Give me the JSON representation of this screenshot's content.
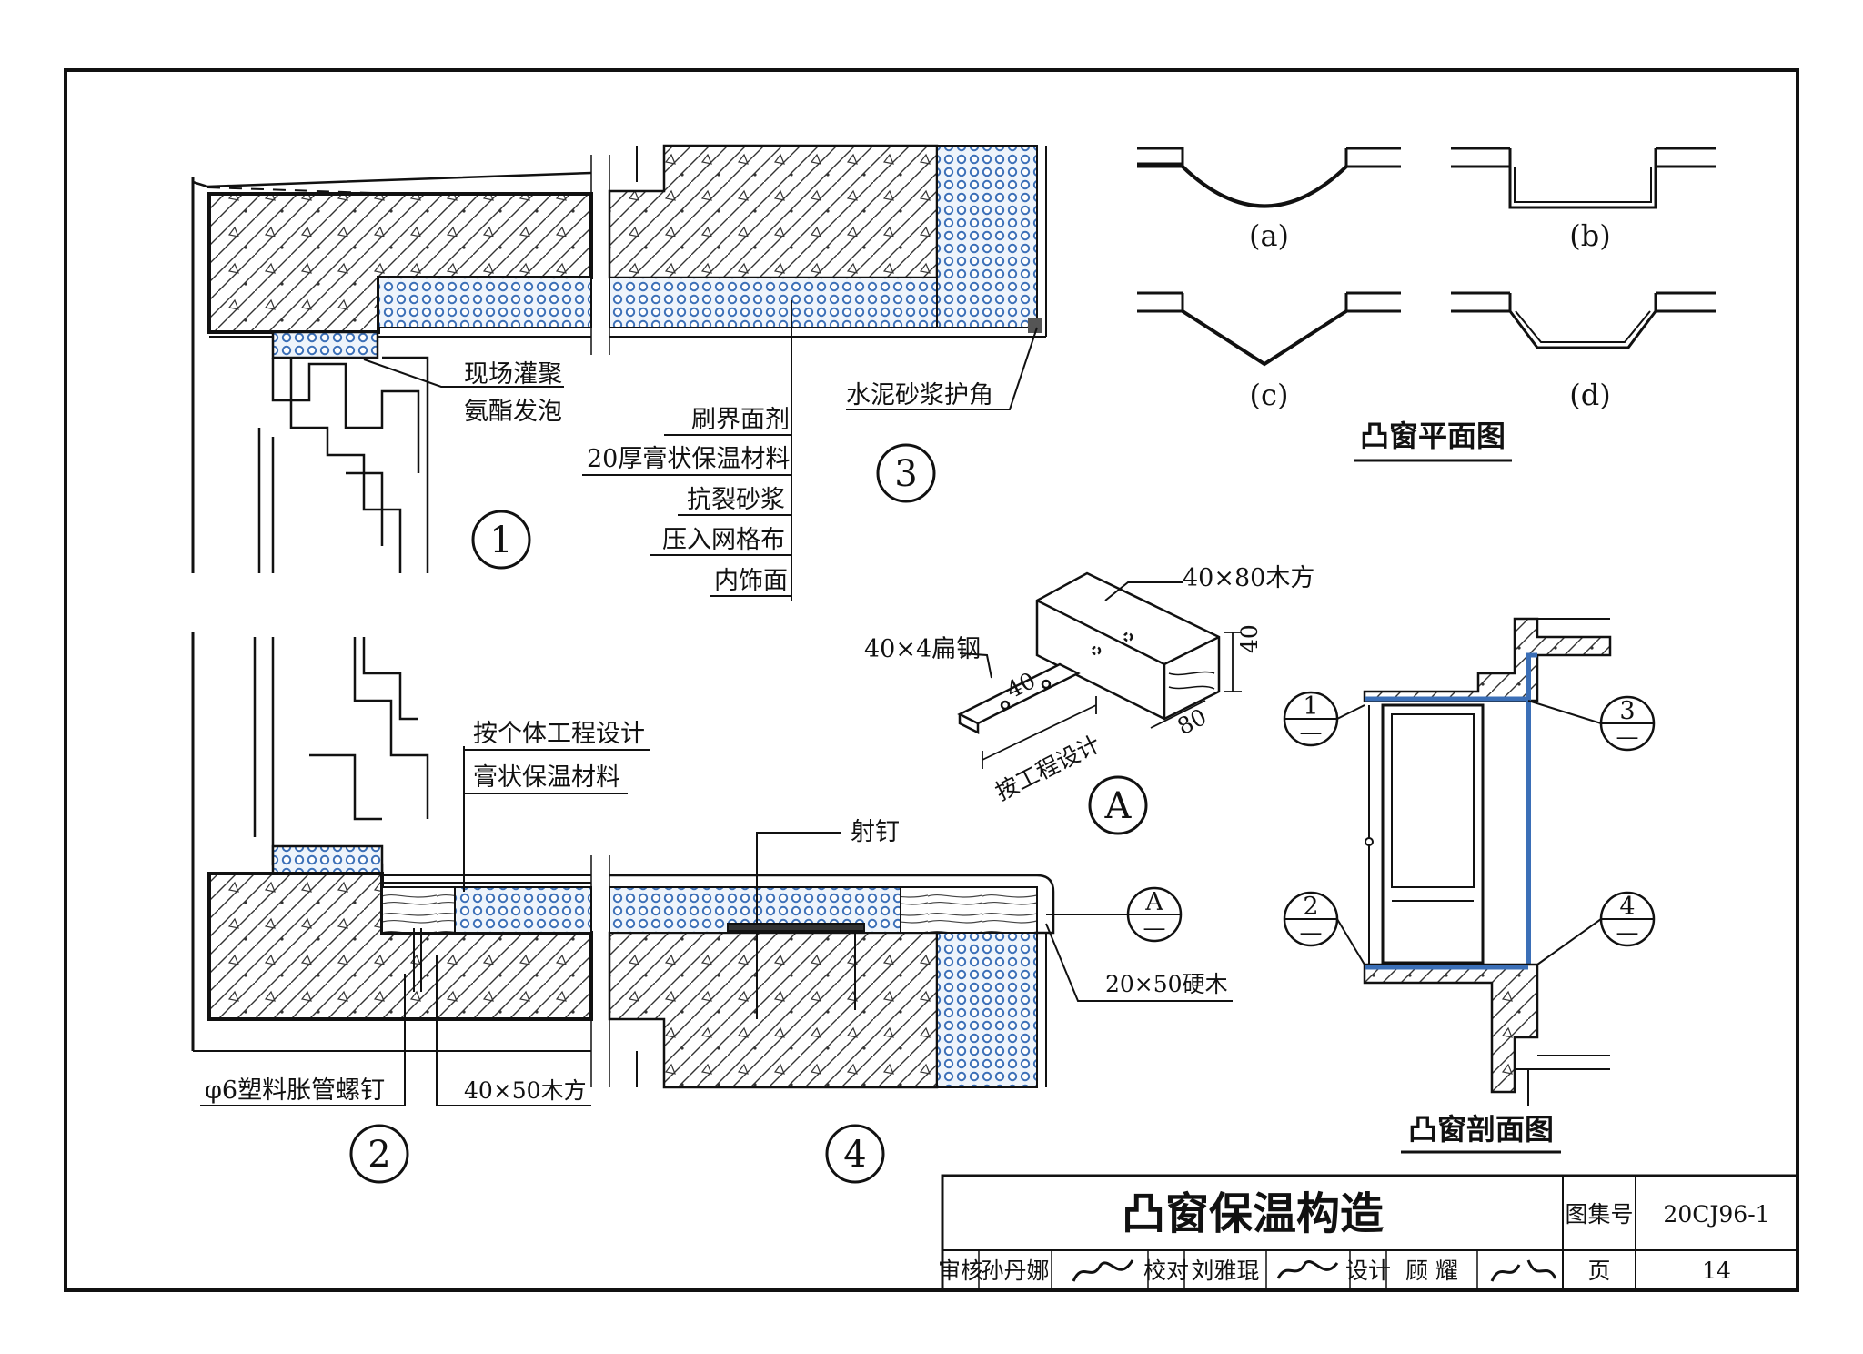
{
  "detail_1": {
    "marker": "1",
    "labels": [
      "现场灌聚",
      "氨酯发泡"
    ]
  },
  "detail_2": {
    "marker": "2",
    "labels": [
      "按个体工程设计",
      "膏状保温材料",
      "φ6塑料胀管螺钉",
      "40×50木方"
    ]
  },
  "detail_3": {
    "marker": "3",
    "labels": [
      "刷界面剂",
      "20厚膏状保温材料",
      "抗裂砂浆",
      "压入网格布",
      "内饰面",
      "水泥砂浆护角"
    ]
  },
  "detail_4": {
    "marker": "4",
    "labels": [
      "射钉",
      "20×50硬木"
    ],
    "callout": {
      "num": "A",
      "sheet": "—"
    }
  },
  "detail_A": {
    "marker": "A",
    "labels": [
      "40×80木方",
      "40×4扁钢",
      "按工程设计"
    ],
    "dims": [
      "40",
      "40",
      "80"
    ]
  },
  "plan": {
    "title": "凸窗平面图",
    "variants": [
      "(a)",
      "(b)",
      "(c)",
      "(d)"
    ]
  },
  "section": {
    "title": "凸窗剖面图",
    "callouts": [
      {
        "num": "1",
        "sheet": "—"
      },
      {
        "num": "2",
        "sheet": "—"
      },
      {
        "num": "3",
        "sheet": "—"
      },
      {
        "num": "4",
        "sheet": "—"
      }
    ]
  },
  "title_block": {
    "title": "凸窗保温构造",
    "atlas_label": "图集号",
    "atlas_no": "20CJ96-1",
    "review_label": "审核",
    "review_name": "孙丹娜",
    "check_label": "校对",
    "check_name": "刘雅琨",
    "design_label": "设计",
    "design_name": "顾 耀",
    "page_label": "页",
    "page_no": "14"
  }
}
